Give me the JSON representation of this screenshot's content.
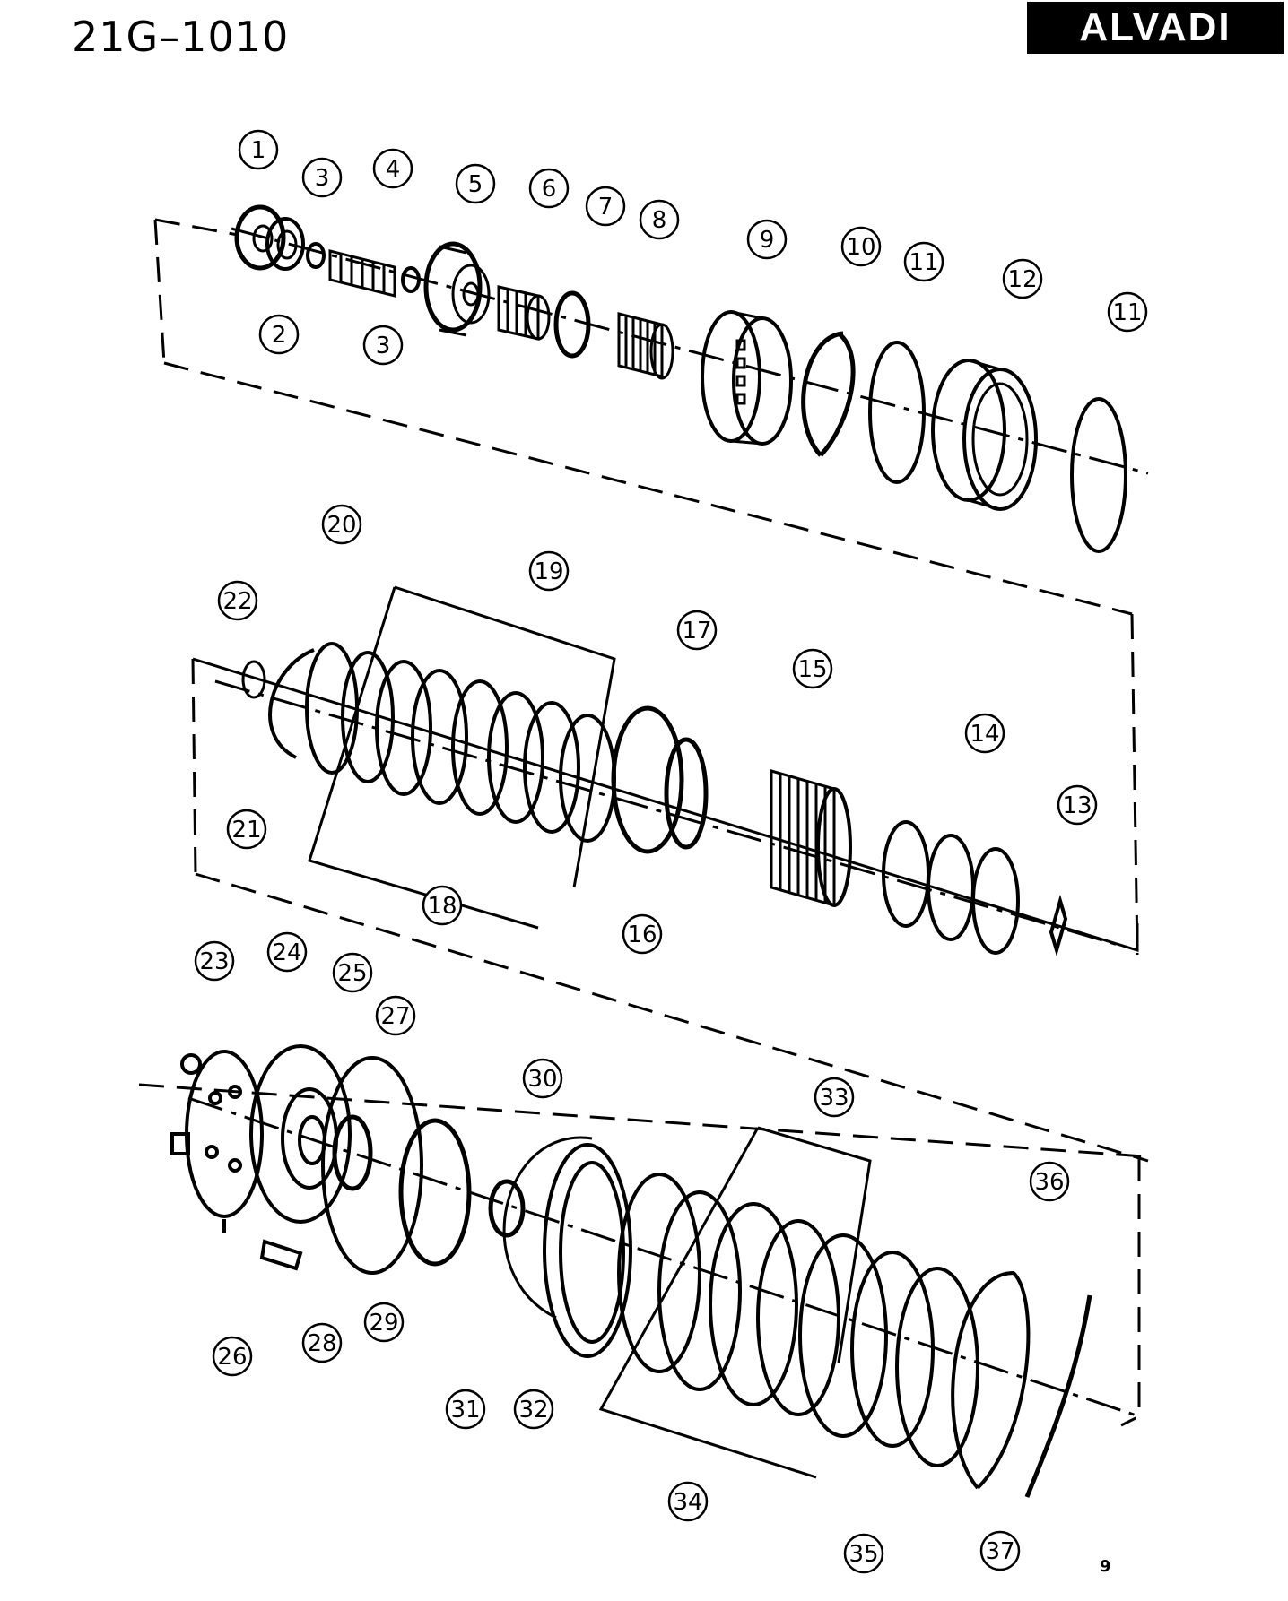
{
  "header": {
    "diagram_code": "21G–1010",
    "brand": "ALVADI"
  },
  "footer": {
    "page_mark": "9"
  },
  "callouts": [
    "1",
    "2",
    "3",
    "3",
    "4",
    "5",
    "6",
    "7",
    "8",
    "9",
    "10",
    "11",
    "11",
    "12",
    "13",
    "14",
    "15",
    "16",
    "17",
    "18",
    "19",
    "20",
    "21",
    "22",
    "23",
    "24",
    "25",
    "26",
    "27",
    "28",
    "29",
    "30",
    "31",
    "32",
    "33",
    "34",
    "35",
    "36",
    "37"
  ]
}
